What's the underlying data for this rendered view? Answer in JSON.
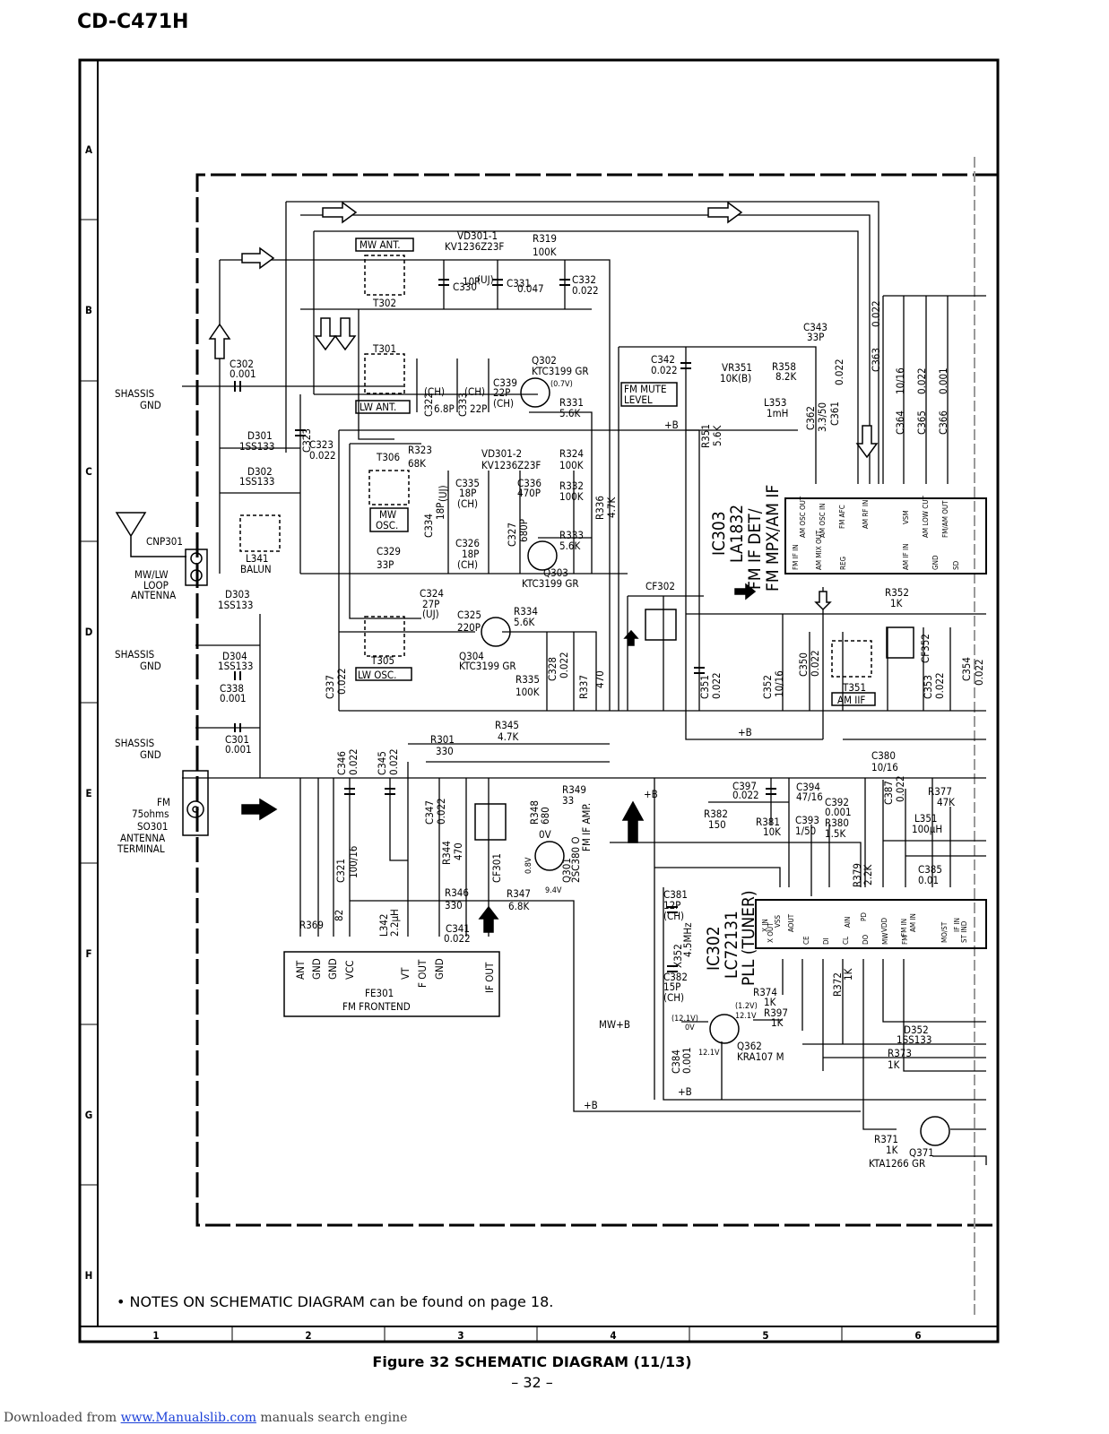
{
  "header": {
    "model": "CD-C471H"
  },
  "rows": [
    "A",
    "B",
    "C",
    "D",
    "E",
    "F",
    "G",
    "H"
  ],
  "columns": [
    "1",
    "2",
    "3",
    "4",
    "5",
    "6"
  ],
  "labels": {
    "mw_ant": "MW ANT.",
    "t302": "T302",
    "vd301_1": "VD301-1",
    "kv1236": "KV1236Z23F",
    "r319": "R319",
    "r319v": "100K",
    "c330": "C330",
    "c330v": "10P",
    "c330t": "(UJ)",
    "c331": "C331",
    "c331v": "0.047",
    "c332": "C332",
    "c332v": "0.022",
    "c302": "C302",
    "c302v": "0.001",
    "shassis": "SHASSIS",
    "gnd": "GND",
    "t301": "T301",
    "lw_ant": "LW ANT.",
    "c322": "C322",
    "c322t": "(CH)",
    "c322v": "6.8P",
    "c333": "C333",
    "c333t": "(CH)",
    "c333v": "22P",
    "c339": "C339",
    "c339v": "22P",
    "c339t": "(CH)",
    "q302": "Q302",
    "ktc3199": "KTC3199 GR",
    "v07": "(0.7V)",
    "v0": "0V",
    "r331": "R331",
    "r331v": "5.6K",
    "c323": "C323",
    "c323v": "0.022",
    "d301": "D301",
    "d302": "D302",
    "iss133": "1SS133",
    "t306": "T306",
    "r323": "R323",
    "r323v": "68K",
    "vd301_2": "VD301-2",
    "r324": "R324",
    "r324v": "100K",
    "c335": "C335",
    "c335v": "18P",
    "ch": "(CH)",
    "c336": "C336",
    "c336v": "470P",
    "r332": "R332",
    "r332v": "100K",
    "mw_osc1": "MW",
    "mw_osc2": "OSC.",
    "c334": "C334",
    "c334v": "18P",
    "uj": "(UJ)",
    "c327": "C327",
    "c327v": "680P",
    "r333": "R333",
    "r333v": "5.6K",
    "c326": "C326",
    "c326v": "18P",
    "c329": "C329",
    "c329v": "33P",
    "q303": "Q303",
    "cnp301": "CNP301",
    "l341": "L341",
    "balun": "BALUN",
    "mwlw1": "MW/LW",
    "mwlw2": "LOOP",
    "mwlw3": "ANTENNA",
    "d303": "D303",
    "d304": "D304",
    "c324": "C324",
    "c324v": "27P",
    "c325": "C325",
    "c325v": "220P",
    "r334": "R334",
    "r334v": "5.6K",
    "q304": "Q304",
    "t305": "T305",
    "lw_osc": "LW OSC.",
    "c337": "C337",
    "c337v": "0.022",
    "c338": "C338",
    "c338v": "0.001",
    "c328": "C328",
    "c328v": "0.022",
    "r335": "R335",
    "r335v": "100K",
    "r337": "R337",
    "r337v": "470",
    "r336": "R336",
    "r336v": "4.7K",
    "r345": "R345",
    "r345v": "4.7K",
    "r301": "R301",
    "r301v": "330",
    "c301": "C301",
    "c301v": "0.001",
    "c346": "C346",
    "c346v": "0.022",
    "c345": "C345",
    "c345v": "0.022",
    "c347": "C347",
    "c347v": "0.022",
    "fm1": "FM",
    "fm2": "75ohms",
    "fm3": "SO301",
    "fm4": "ANTENNA",
    "fm5": "TERMINAL",
    "r348": "R348",
    "r348v": "680",
    "r349": "R349",
    "r349v": "33",
    "r344": "R344",
    "r344v": "470",
    "cf301": "CF301",
    "q301": "Q301",
    "q301t": "2SC380 O",
    "q301a": "FM IF AMP.",
    "v08": "0.8V",
    "v94": "9.4V",
    "c321": "C321",
    "c321v": "100/16",
    "r369": "R369",
    "r369v": "82",
    "l342": "L342",
    "l342v": "2.2μH",
    "r346": "R346",
    "r346v": "330",
    "r347": "R347",
    "r347v": "6.8K",
    "c341": "C341",
    "c341v": "0.022",
    "fe301": "FE301",
    "fmfe": "FM FRONTEND",
    "p_ant": "ANT",
    "p_gnd": "GND",
    "p_vcc": "VCC",
    "p_vt": "VT",
    "p_fout": "F OUT",
    "p_ifout": "IF OUT",
    "c342": "C342",
    "c342v": "0.022",
    "fm_mute1": "FM MUTE",
    "fm_mute2": "LEVEL",
    "vr351": "VR351",
    "vr351v": "10K(B)",
    "r358": "R358",
    "r358v": "8.2K",
    "c343": "C343",
    "c343v": "33P",
    "l353": "L353",
    "l353v": "1mH",
    "c362": "C362",
    "c362v": "3.3/50",
    "c361": "C361",
    "c361v": "0.022",
    "c363": "C363",
    "c363v": "0.022",
    "c364": "C364",
    "c364v": "10/16",
    "c365": "C365",
    "c365v": "0.022",
    "c366": "C366",
    "c366v": "0.001",
    "plusb": "+B",
    "r351": "R351",
    "r351v": "5.6K",
    "ic303": "IC303",
    "la1832": "LA1832",
    "ic303d1": "FM IF DET/",
    "ic303d2": "FM MPX/AM IF",
    "cf302": "CF302",
    "r352": "R352",
    "r352v": "1K",
    "cf352": "CF352",
    "c351": "C351",
    "c351v": "0.022",
    "c352": "C352",
    "c352v": "10/16",
    "c350": "C350",
    "c350v": "0.022",
    "t351": "T351",
    "am_iif": "AM IIF",
    "c353": "C353",
    "c353v": "0.022",
    "c354": "C354",
    "c354v": "0.022",
    "c380": "C380",
    "c380v": "10/16",
    "c397": "C397",
    "c397v": "0.022",
    "c394": "C394",
    "c394v": "47/16",
    "c387": "C387",
    "c387v": "0.022",
    "r377": "R377",
    "r377v": "47K",
    "r382": "R382",
    "r382v": "150",
    "c392": "C392",
    "c392v": "0.001",
    "r381": "R381",
    "r381v": "10K",
    "c393": "C393",
    "c393v": "1/50",
    "r380": "R380",
    "r380v": "1.5K",
    "l351": "L351",
    "l351v": "100μH",
    "r379": "R379",
    "r379v": "2.2K",
    "c385": "C385",
    "c385v": "0.01",
    "c381": "C381",
    "c381v": "12P",
    "ic302": "IC302",
    "lc72131": "LC72131",
    "pll": "PLL (TUNER)",
    "x352": "X352",
    "x352v": "4.5MHz",
    "c382": "C382",
    "c382v": "15P",
    "r374": "R374",
    "r374v": "1K",
    "r372": "R372",
    "r372v": "1K",
    "r397": "R397",
    "r397v": "1K",
    "d352": "D352",
    "mwb": "MW+B",
    "q362": "Q362",
    "kra107": "KRA107 M",
    "v121": "(12.1V)",
    "v121b": "12.1V",
    "v12": "(1.2V)",
    "r373": "R373",
    "r373v": "1K",
    "c384": "C384",
    "c384v": "0.001",
    "r371": "R371",
    "r371v": "1K",
    "q371": "Q371",
    "kta1266": "KTA1266 GR"
  },
  "ic303_pins_top": [
    "AM OSC OUT",
    "AM OSC IN",
    "FM AFC",
    "AM RF IN",
    "VSM",
    "AM LOW CUT",
    "FM/AM OUT"
  ],
  "ic303_pins_bottom": [
    "FM IF IN",
    "AM MIX OUT",
    "REG",
    "AM IF IN",
    "GND",
    "SD"
  ],
  "ic302_pins_top": [
    "X IN",
    "X OUT",
    "VSS",
    "AOUT",
    "AIN",
    "PD",
    "VDD",
    "FM IN",
    "AM IN",
    "MO/ST",
    "IF IN",
    "ST IND"
  ],
  "ic302_pins_bottom": [
    "CE",
    "DI",
    "CL",
    "DO",
    "MW",
    "FM"
  ],
  "notes": "• NOTES ON SCHEMATIC DIAGRAM can be found on page 18.",
  "caption": "Figure 32 SCHEMATIC DIAGRAM (11/13)",
  "page_number": "– 32 –",
  "footer": {
    "prefix": "Downloaded from ",
    "link": "www.Manualslib.com",
    "suffix": " manuals search engine"
  }
}
